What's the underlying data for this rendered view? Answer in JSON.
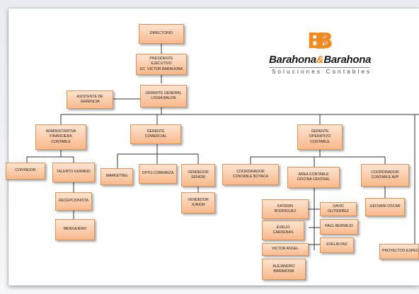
{
  "logo": {
    "mark": "BB",
    "name_part1": "Barahona",
    "name_amp": "&",
    "name_part2": "Barahona",
    "tagline": "Soluciones Contables",
    "colors": {
      "orange": "#f08a1c",
      "dark": "#1a1a1a"
    }
  },
  "nodes": {
    "directorio": "DIRECTORIO",
    "presidente": "PRESIDENTE\nEJECUTIVO\nEC. VICTOR BARAHONA",
    "asistente": "ASISTENTE DE\nGERENCIA",
    "gerente_general": "GERENTE GENERAL\nLISSIA BALON",
    "administrativa": "ADMINISTRATIVA\nFINANCIERA\nCONTABLE",
    "gerente_comercial": "GERENTE\nCOMERCIAL",
    "gerente_operativo": "GERENTE\nOPERATIVO\nCONTABLE",
    "contador": "CONTADOR",
    "talento_humano": "TALENTO HUMANO",
    "recepcionista": "RECEPCIONISTA",
    "mensajero": "MENSAJERO",
    "marketing": "MARKETING",
    "dpto_cobranza": "DPTO.COBRANZA",
    "vendedor_senior": "VENDEDOR\nSENIOR",
    "vendedor_junior": "VENDEDOR\nJUNIOR",
    "coord_boyaca": "COORDINADOR\nCONTABLE BOYACA",
    "area_contable": "AREA CONTABLE\nOFICINA CENTRAL",
    "coord_avp": "COORDINADOR\nCONTABLE AVP",
    "geovani": "GEOVANI OSCAR",
    "katerin": "KATERIN\nRODRIGUEZ",
    "david": "DAVID GUTIERREZ",
    "evelio": "EVELIO\nCARDENAS",
    "paul": "PAUL BERMEJO",
    "victor_angel": "VICTOR ANGEL",
    "evelin": "EVELIN PAZ",
    "alejandro": "ALEJANDRO\nBARAHONA",
    "proyectos": "PROYECTOS ESPECIALES"
  },
  "colors": {
    "box_top": "#fde4d0",
    "box_bottom": "#f9b98c",
    "box_border": "#d8935f",
    "line": "#333333"
  }
}
